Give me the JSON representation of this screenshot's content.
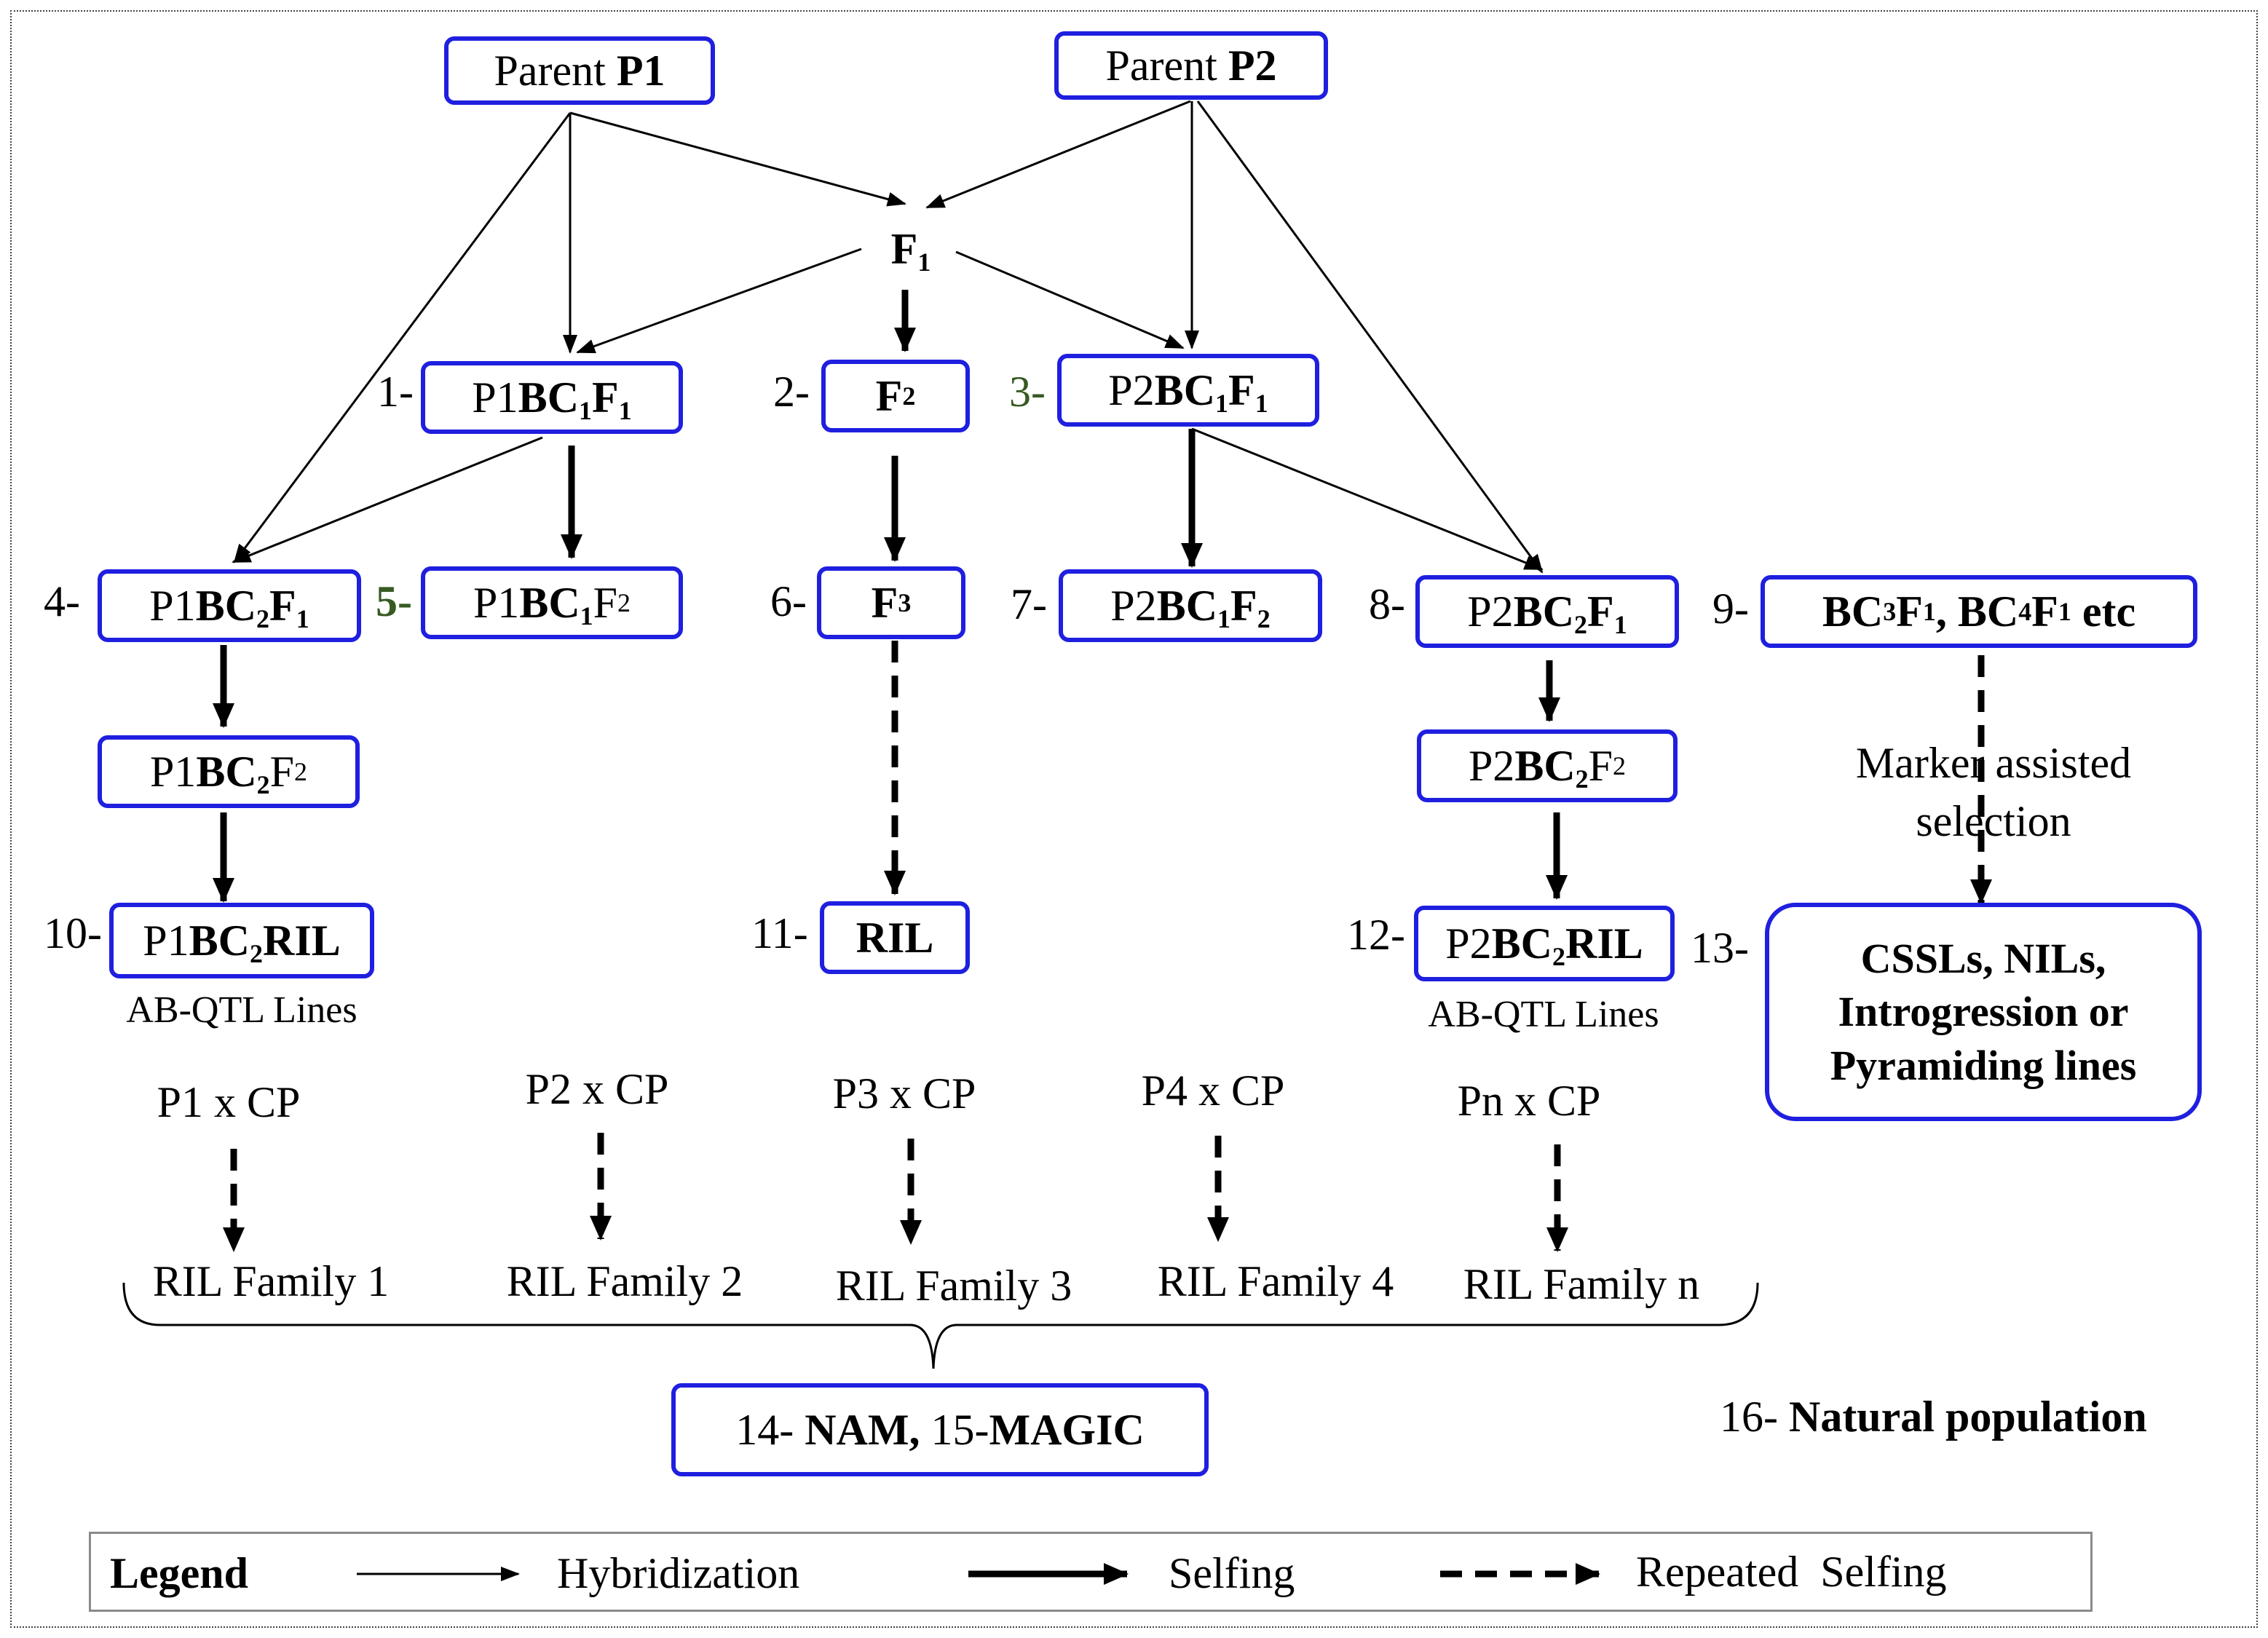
{
  "parents": {
    "p1": {
      "prefix": "Parent",
      "bold": "P1"
    },
    "p2": {
      "prefix": "Parent",
      "bold": "P2"
    }
  },
  "f1": {
    "base": "F",
    "sub": "1"
  },
  "nodes": {
    "n1": {
      "num": "1-",
      "p": "P1",
      "a": "BC",
      "as": "1",
      "b": "F",
      "bs": "1"
    },
    "n2": {
      "num": "2-",
      "b": "F",
      "bs": "2"
    },
    "n3": {
      "num": "3-",
      "p": "P2",
      "a": "BC",
      "as": "1",
      "b": "F",
      "bs": "1"
    },
    "n4": {
      "num": "4-",
      "p": "P1",
      "a": "BC",
      "as": "2",
      "b": "F",
      "bs": "1"
    },
    "n5": {
      "num": "5-",
      "p": "P1",
      "a": "BC",
      "as": "1",
      "b": "F",
      "bs": "2"
    },
    "n6": {
      "num": "6-",
      "b": "F",
      "bs": "3"
    },
    "n7": {
      "num": "7-",
      "p": "P2",
      "a": "BC",
      "as": "1",
      "b": "F",
      "bs": "2"
    },
    "n8": {
      "num": "8-",
      "p": "P2",
      "a": "BC",
      "as": "2",
      "b": "F",
      "bs": "1"
    },
    "n9": {
      "num": "9-",
      "t1": "BC",
      "s1": "3",
      "t2": "F",
      "s2": "1",
      "t3": ", BC",
      "s3": "4",
      "t4": "F",
      "s4": "1",
      "t5": " etc"
    },
    "p1bc2f2": {
      "p": "P1",
      "a": "BC",
      "as": "2",
      "b": "F",
      "bs": "2"
    },
    "p2bc2f2": {
      "p": "P2",
      "a": "BC",
      "as": "2",
      "b": "F",
      "bs": "2"
    },
    "n10": {
      "num": "10-",
      "p": "P1",
      "a": "BC",
      "as": "2",
      "b": "RIL"
    },
    "n11": {
      "num": "11-",
      "b": "RIL"
    },
    "n12": {
      "num": "12-",
      "p": "P2",
      "a": "BC",
      "as": "2",
      "b": "RIL"
    },
    "n13": {
      "num": "13-",
      "lines": [
        "CSSLs, NILs,",
        "Introgression or",
        "Pyramiding lines"
      ]
    }
  },
  "abqtl": "AB-QTL Lines",
  "mas": {
    "line1": "Marker assisted",
    "line2": "selection"
  },
  "crosses": [
    "P1 x CP",
    "P2 x CP",
    "P3 x CP",
    "P4 x CP",
    "Pn x CP"
  ],
  "families": [
    "RIL Family 1",
    "RIL Family 2",
    "RIL Family 3",
    "RIL Family 4",
    "RIL Family n"
  ],
  "nam_magic": {
    "n14": "14- ",
    "nam": "NAM,",
    "n15": " 15-",
    "magic": "MAGIC"
  },
  "natural": {
    "num": "16- ",
    "label": "Natural population"
  },
  "legend": {
    "title": "Legend",
    "hybridization": "Hybridization",
    "selfing": "Selfing",
    "repeated": "Repeated  Selfing"
  },
  "colors": {
    "box_border": "#1f1fe0",
    "accent_number": "#375a23",
    "legend_border": "#8a8a8a"
  }
}
